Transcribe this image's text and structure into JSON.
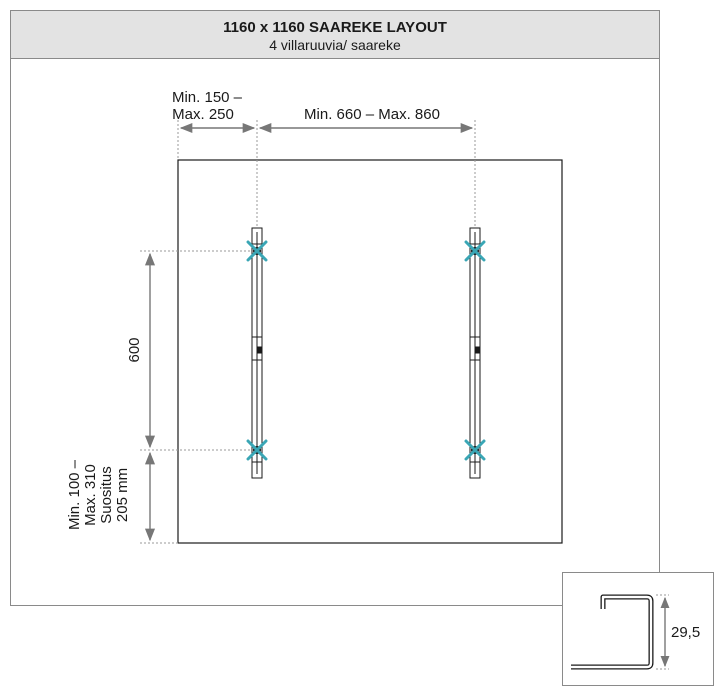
{
  "header": {
    "title": "1160 x 1160 SAAREKE LAYOUT",
    "subtitle": "4 villaruuvia/ saareke"
  },
  "dimensions": {
    "edge_offset_line1": "Min. 150 –",
    "edge_offset_line2": "Max. 250",
    "rail_spacing": "Min. 660 – Max. 860",
    "screw_spacing": "600",
    "bottom_offset_line1": "Min. 100 –",
    "bottom_offset_line2": "Max. 310",
    "bottom_offset_line3": "Suositus",
    "bottom_offset_line4": "205 mm"
  },
  "detail": {
    "profile_height": "29,5"
  },
  "colors": {
    "screw_marker": "#3aa6b5",
    "frame": "#8a8a8a",
    "header_bg": "#e3e3e3",
    "arrow": "#777777"
  }
}
